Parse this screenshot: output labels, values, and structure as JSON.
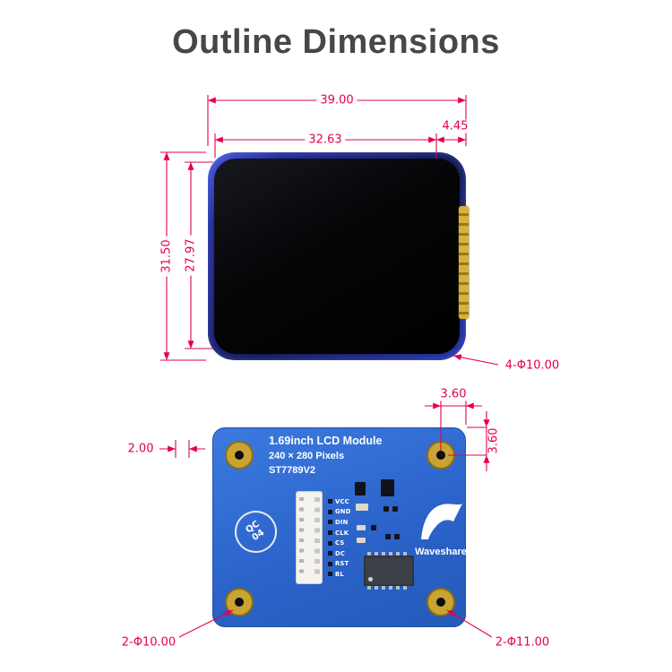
{
  "title": "Outline Dimensions",
  "colors": {
    "dimension": "#e4004c",
    "pcb-blue": "#2e6bd0",
    "hole-gold": "#c9a433",
    "module-blue": "#2433a8"
  },
  "front_view": {
    "dim_width_outer": "39.00",
    "dim_width_screen": "32.63",
    "dim_right_margin": "4.45",
    "dim_height_outer": "31.50",
    "dim_height_screen": "27.97",
    "callout_corner_radius": "4-Φ10.00"
  },
  "back_view": {
    "silkscreen_line1": "1.69inch LCD Module",
    "silkscreen_line2": "240 × 280 Pixels",
    "silkscreen_line3": "ST7789V2",
    "qc_stamp_line1": "QC",
    "qc_stamp_line2": "04",
    "brand": "Waveshare",
    "pins": [
      "VCC",
      "GND",
      "DIN",
      "CLK",
      "CS",
      "DC",
      "RST",
      "BL"
    ],
    "dim_hole_offset_top": "3.60",
    "dim_hole_offset_side": "3.60",
    "dim_edge_left": "2.00",
    "callout_holes_left": "2-Φ10.00",
    "callout_holes_right": "2-Φ11.00"
  }
}
